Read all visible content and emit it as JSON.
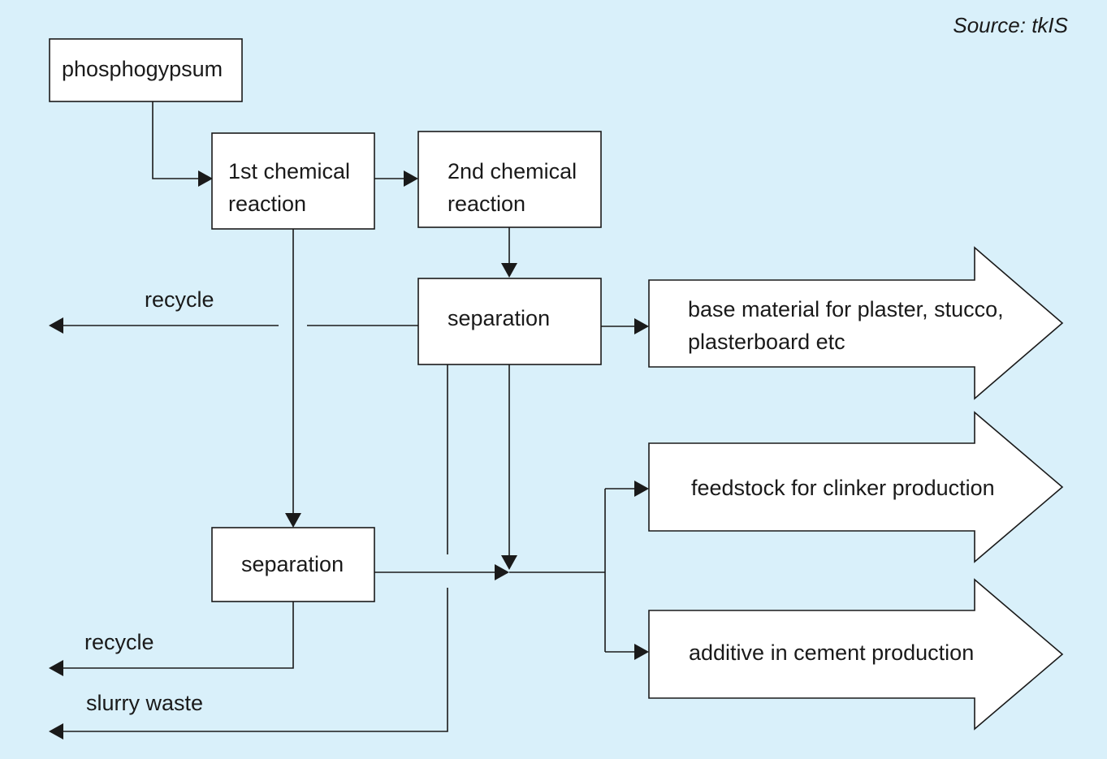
{
  "source": "Source: tkIS",
  "nodes": {
    "phosphogypsum": "phosphogypsum",
    "reaction1": [
      "1st chemical",
      "reaction"
    ],
    "reaction2": [
      "2nd chemical",
      "reaction"
    ],
    "separation_upper": "separation",
    "separation_lower": "separation"
  },
  "outputs": {
    "base_material": [
      "base material for plaster, stucco,",
      "plasterboard etc"
    ],
    "feedstock": "feedstock for clinker production",
    "additive": "additive in cement production"
  },
  "side_labels": {
    "recycle_upper": "recycle",
    "recycle_lower": "recycle",
    "slurry_waste": "slurry waste"
  },
  "colors": {
    "background": "#d9f0fa",
    "box_fill": "#ffffff",
    "stroke": "#1a1a1a"
  }
}
